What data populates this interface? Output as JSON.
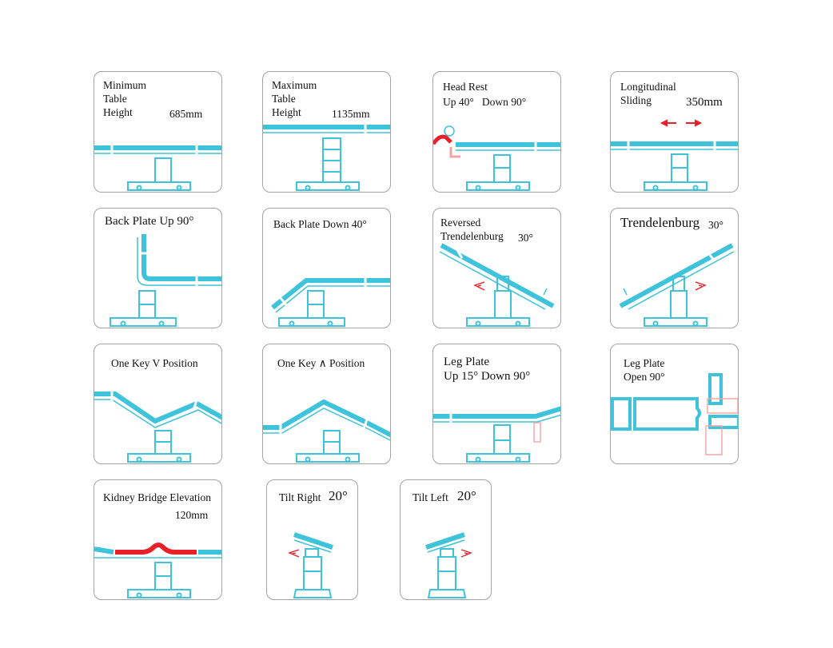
{
  "colors": {
    "table": "#3ec3da",
    "highlight": "#e8202a",
    "ghost": "#f4a3a3",
    "border": "#a3a3a3"
  },
  "positions": [
    {
      "id": "min-height",
      "lines": [
        "Minimum",
        "Table",
        "Height"
      ],
      "value": "685mm"
    },
    {
      "id": "max-height",
      "lines": [
        "Maximum",
        "Table",
        "Height"
      ],
      "value": "1135mm"
    },
    {
      "id": "head-rest",
      "lines": [
        "Head Rest",
        "Up 40°   Down 90°"
      ]
    },
    {
      "id": "longitudinal-sliding",
      "lines": [
        "Longitudinal",
        "Sliding"
      ],
      "value": "350mm"
    },
    {
      "id": "back-plate-up",
      "lines": [
        "Back Plate Up 90°"
      ]
    },
    {
      "id": "back-plate-down",
      "lines": [
        "Back Plate Down 40°"
      ]
    },
    {
      "id": "reversed-trendelenburg",
      "lines": [
        "Reversed",
        "Trendelenburg"
      ],
      "value": "30°"
    },
    {
      "id": "trendelenburg",
      "lines": [
        "Trendelenburg"
      ],
      "value": "30°"
    },
    {
      "id": "one-key-v",
      "lines": [
        "One Key V Position"
      ]
    },
    {
      "id": "one-key-lambda",
      "lines": [
        "One Key ∧ Position"
      ]
    },
    {
      "id": "leg-plate-up-down",
      "lines": [
        "Leg Plate",
        "Up 15° Down 90°"
      ]
    },
    {
      "id": "leg-plate-open",
      "lines": [
        "Leg Plate",
        "Open 90°"
      ]
    },
    {
      "id": "kidney-bridge",
      "lines": [
        "Kidney Bridge Elevation"
      ],
      "value": "120mm"
    },
    {
      "id": "tilt-right",
      "lines": [
        "Tilt Right"
      ],
      "value": "20°"
    },
    {
      "id": "tilt-left",
      "lines": [
        "Tilt Left"
      ],
      "value": "20°"
    }
  ]
}
